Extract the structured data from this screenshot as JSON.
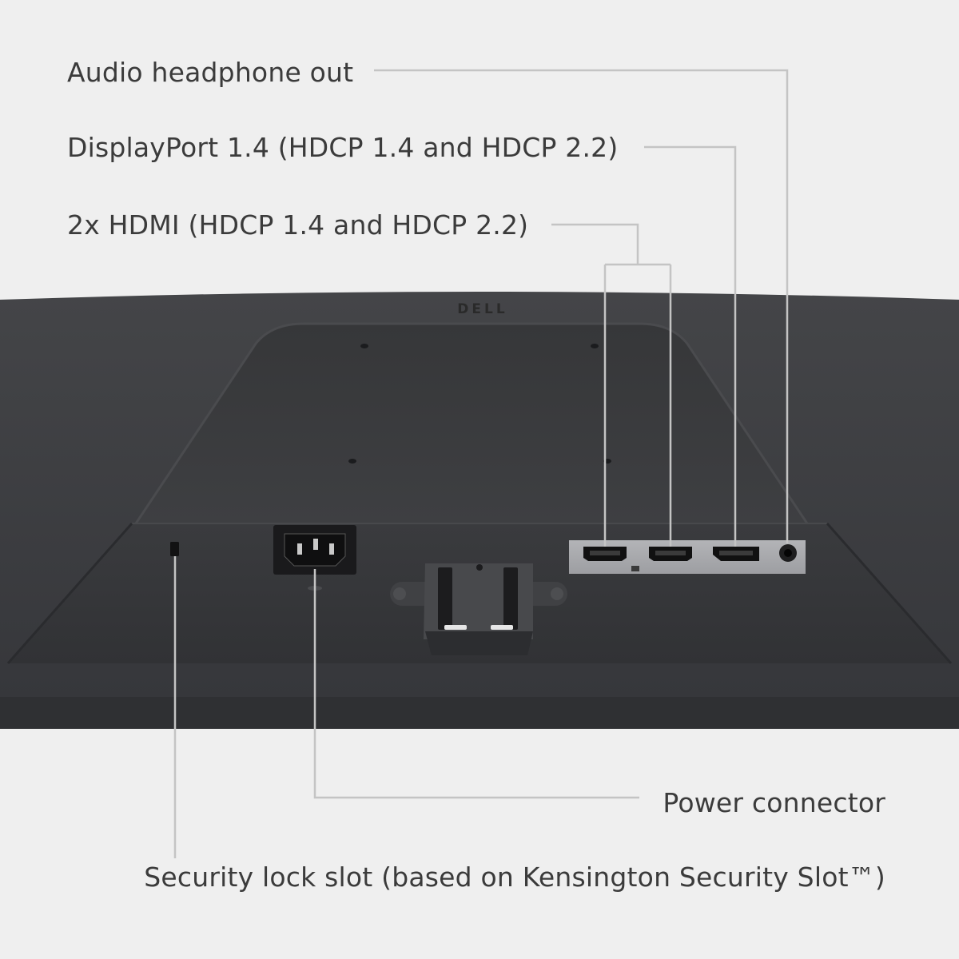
{
  "callouts": {
    "audio_out": "Audio headphone out",
    "displayport": "DisplayPort 1.4 (HDCP 1.4 and HDCP 2.2)",
    "hdmi": "2x HDMI (HDCP 1.4 and HDCP 2.2)",
    "power": "Power connector",
    "security_lock": "Security lock slot (based on Kensington Security Slot™)"
  },
  "monitor": {
    "brand": "DELL"
  },
  "colors": {
    "background": "#efefef",
    "monitor_body": "#3a3b3d",
    "leader_line": "#c4c4c4",
    "label_text": "#3b3b3b",
    "port_panel": "#a9aaad"
  }
}
